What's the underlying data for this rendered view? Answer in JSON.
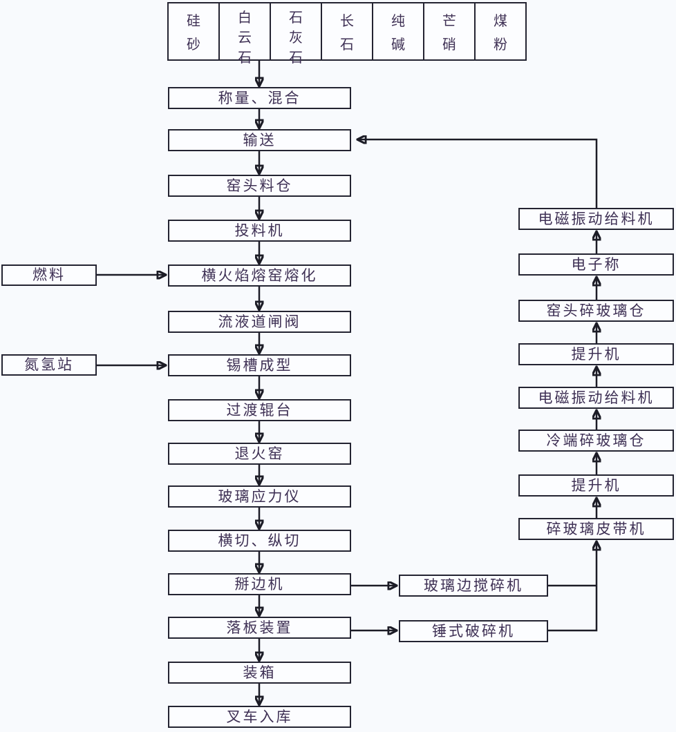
{
  "diagram_language": "zh-CN",
  "colors": {
    "background": "#f8fafd",
    "box_fill": "#fcfdff",
    "box_border": "#232331",
    "text": "#3e3054",
    "arrow_line": "#1c1c26"
  },
  "materials": {
    "items": [
      "硅砂",
      "白云石",
      "石灰石",
      "长石",
      "纯碱",
      "芒硝",
      "煤粉"
    ]
  },
  "main_flow": {
    "steps": [
      "称量、混合",
      "输送",
      "窑头料仓",
      "投料机",
      "横火焰熔窑熔化",
      "流液道闸阀",
      "锡槽成型",
      "过渡辊台",
      "退火窑",
      "玻璃应力仪",
      "横切、纵切",
      "掰边机",
      "落板装置",
      "装箱",
      "叉车入库"
    ]
  },
  "left_inputs": {
    "fuel": "燃料",
    "nitrogen_hydrogen_station": "氮氢站"
  },
  "cullet_branches": {
    "edge_crusher": "玻璃边搅碎机",
    "hammer_crusher": "锤式破碎机"
  },
  "cullet_return": {
    "steps_top_to_bottom": [
      "电磁振动给料机",
      "电子称",
      "窑头碎玻璃仓",
      "提升机",
      "电磁振动给料机",
      "冷端碎玻璃仓",
      "提升机",
      "碎玻璃皮带机"
    ]
  }
}
